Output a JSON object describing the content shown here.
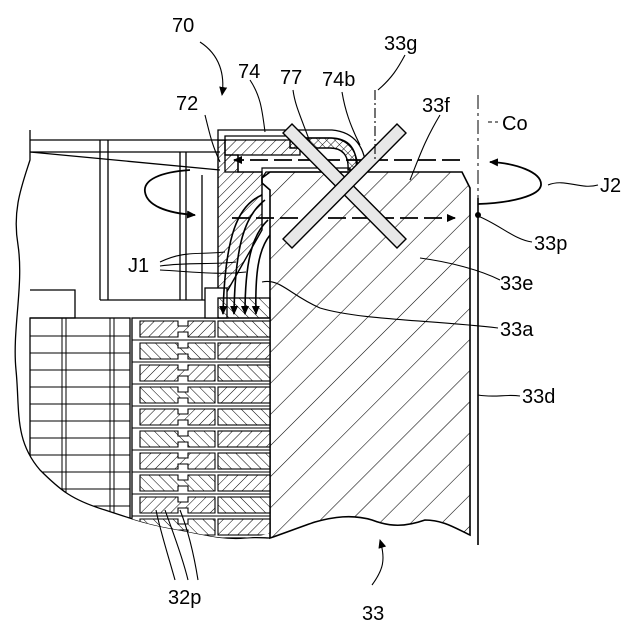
{
  "labels": {
    "l70": "70",
    "l74": "74",
    "l77": "77",
    "l74b": "74b",
    "l33g": "33g",
    "l72": "72",
    "l33f": "33f",
    "lCo": "Co",
    "lJ2": "J2",
    "l33p": "33p",
    "lJ1": "J1",
    "l33e": "33e",
    "l33a": "33a",
    "l33d": "33d",
    "l32p": "32p",
    "l33": "33"
  }
}
